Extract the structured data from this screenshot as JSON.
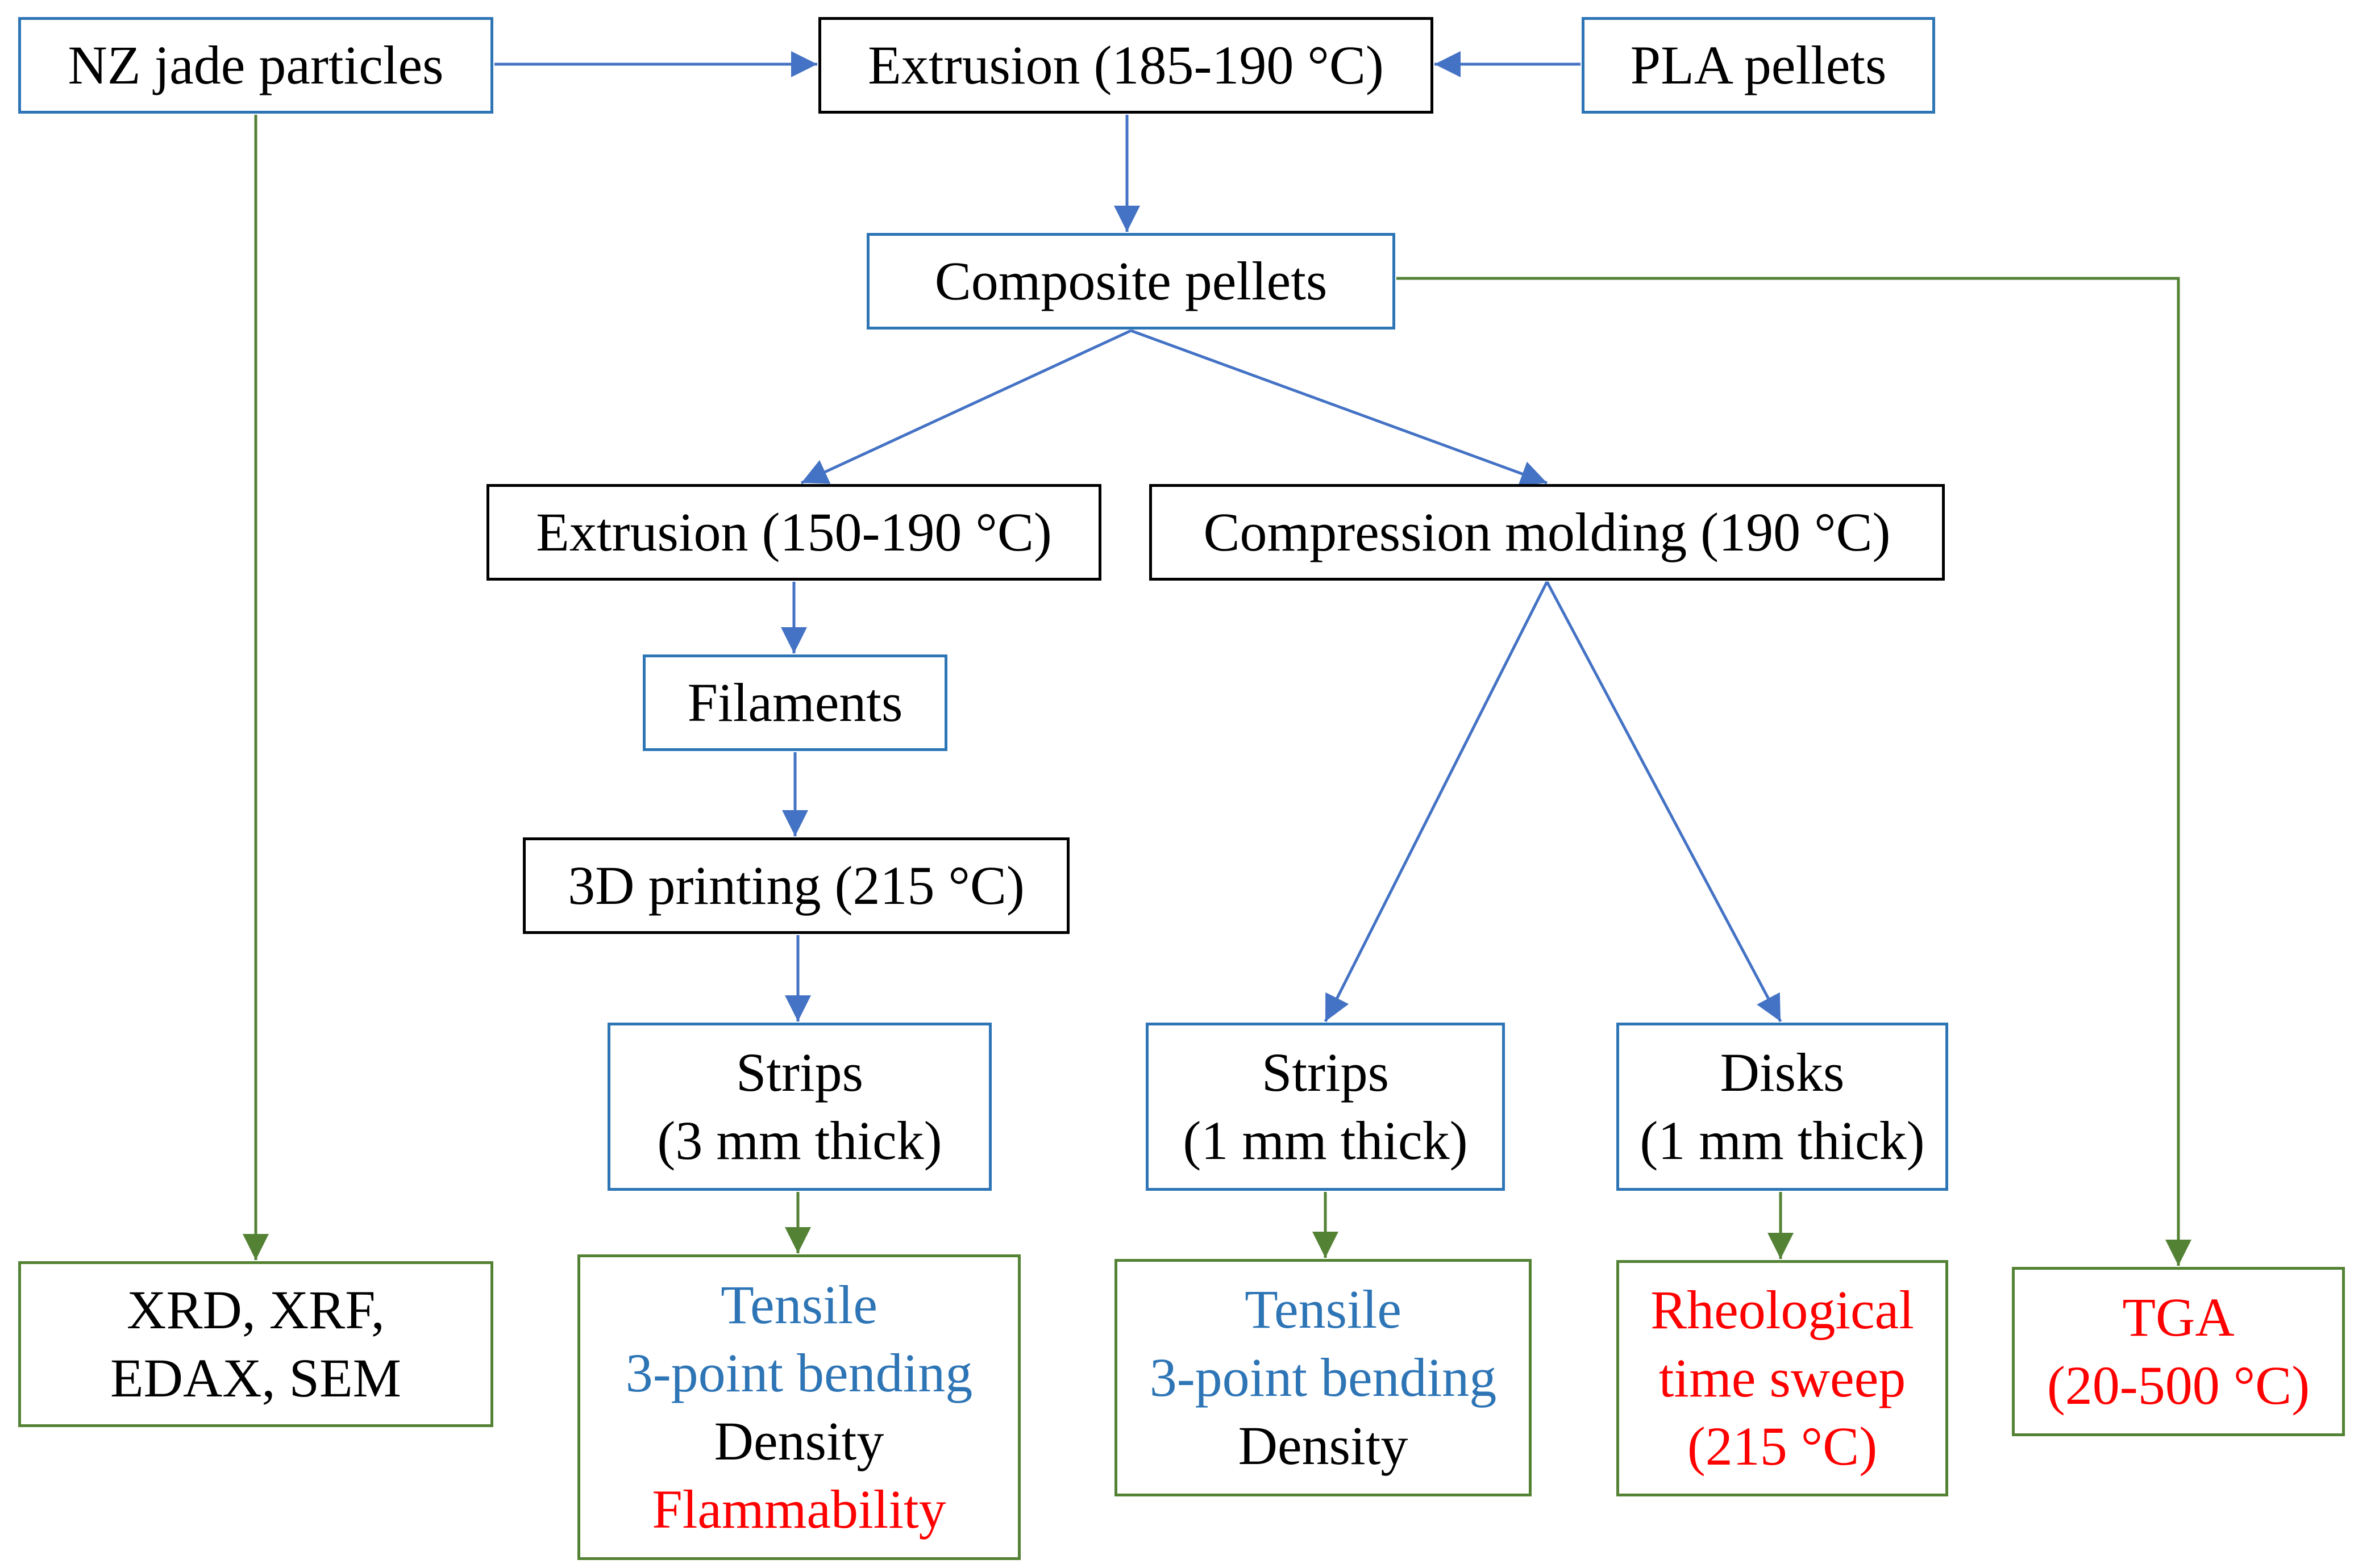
{
  "colors": {
    "process_border": "#000000",
    "material_border": "#2E75B6",
    "test_border": "#548235",
    "blue_arrow": "#4472C4",
    "green_arrow": "#548235",
    "mechanical_text": "#2E75B6",
    "thermal_text": "#FF0000",
    "plain_text": "#000000"
  },
  "nodes": {
    "nz_jade": {
      "lines": [
        "NZ jade particles"
      ]
    },
    "extrusion_1": {
      "lines": [
        "Extrusion (185-190 °C)"
      ]
    },
    "pla_pellets": {
      "lines": [
        "PLA pellets"
      ]
    },
    "composite_pellets": {
      "lines": [
        "Composite pellets"
      ]
    },
    "extrusion_2": {
      "lines": [
        "Extrusion (150-190 °C)"
      ]
    },
    "compression_molding": {
      "lines": [
        "Compression molding (190 °C)"
      ]
    },
    "filaments": {
      "lines": [
        "Filaments"
      ]
    },
    "printing_3d": {
      "lines": [
        "3D printing (215 °C)"
      ]
    },
    "strips_3mm": {
      "lines": [
        "Strips",
        "(3 mm thick)"
      ]
    },
    "strips_1mm": {
      "lines": [
        "Strips",
        "(1 mm thick)"
      ]
    },
    "disks_1mm": {
      "lines": [
        "Disks",
        "(1 mm thick)"
      ]
    },
    "test_particles": {
      "lines": [
        "XRD, XRF,",
        "EDAX, SEM"
      ]
    },
    "test_strips_3mm": {
      "lines": [
        "Tensile",
        "3-point bending",
        "Density",
        "Flammability"
      ]
    },
    "test_strips_1mm": {
      "lines": [
        "Tensile",
        "3-point bending",
        "Density"
      ]
    },
    "test_disks": {
      "lines": [
        "Rheological",
        "time sweep",
        "(215 °C)"
      ]
    },
    "test_tga": {
      "lines": [
        "TGA",
        "(20-500 °C)"
      ]
    }
  },
  "edges": [
    {
      "from": "nz_jade",
      "to": "extrusion_1",
      "color": "blue"
    },
    {
      "from": "pla_pellets",
      "to": "extrusion_1",
      "color": "blue"
    },
    {
      "from": "extrusion_1",
      "to": "composite_pellets",
      "color": "blue"
    },
    {
      "from": "composite_pellets",
      "to": "extrusion_2",
      "color": "blue"
    },
    {
      "from": "composite_pellets",
      "to": "compression_molding",
      "color": "blue"
    },
    {
      "from": "extrusion_2",
      "to": "filaments",
      "color": "blue"
    },
    {
      "from": "filaments",
      "to": "printing_3d",
      "color": "blue"
    },
    {
      "from": "printing_3d",
      "to": "strips_3mm",
      "color": "blue"
    },
    {
      "from": "compression_molding",
      "to": "strips_1mm",
      "color": "blue"
    },
    {
      "from": "compression_molding",
      "to": "disks_1mm",
      "color": "blue"
    },
    {
      "from": "nz_jade",
      "to": "test_particles",
      "color": "green"
    },
    {
      "from": "strips_3mm",
      "to": "test_strips_3mm",
      "color": "green"
    },
    {
      "from": "strips_1mm",
      "to": "test_strips_1mm",
      "color": "green"
    },
    {
      "from": "disks_1mm",
      "to": "test_disks",
      "color": "green"
    },
    {
      "from": "composite_pellets",
      "to": "test_tga",
      "color": "green"
    }
  ]
}
